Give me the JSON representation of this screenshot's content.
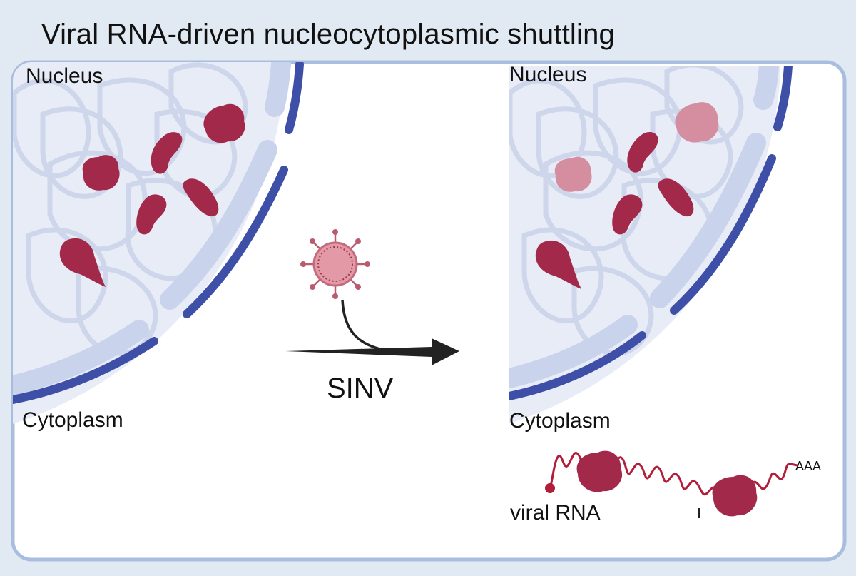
{
  "title": "Viral RNA-driven nucleocytoplasmic shuttling",
  "panels": {
    "left": {
      "nucleus_label": "Nucleus",
      "cytoplasm_label": "Cytoplasm"
    },
    "right": {
      "nucleus_label": "Nucleus",
      "cytoplasm_label": "Cytoplasm",
      "rna_label": "viral RNA",
      "polya_label": "AAA"
    }
  },
  "arrow": {
    "label": "SINV"
  },
  "colors": {
    "background": "#e1e9f2",
    "panel_border": "#a9bedf",
    "nucleus_fill": "#e8ecf6",
    "chromatin": "#c4cfe6",
    "envelope_inner": "#c9d3ec",
    "envelope_outer": "#3e4fa8",
    "protein": "#a3294a",
    "protein_faded": "#d58da0",
    "virus": "#e49aa6",
    "rna": "#b01e3a"
  }
}
